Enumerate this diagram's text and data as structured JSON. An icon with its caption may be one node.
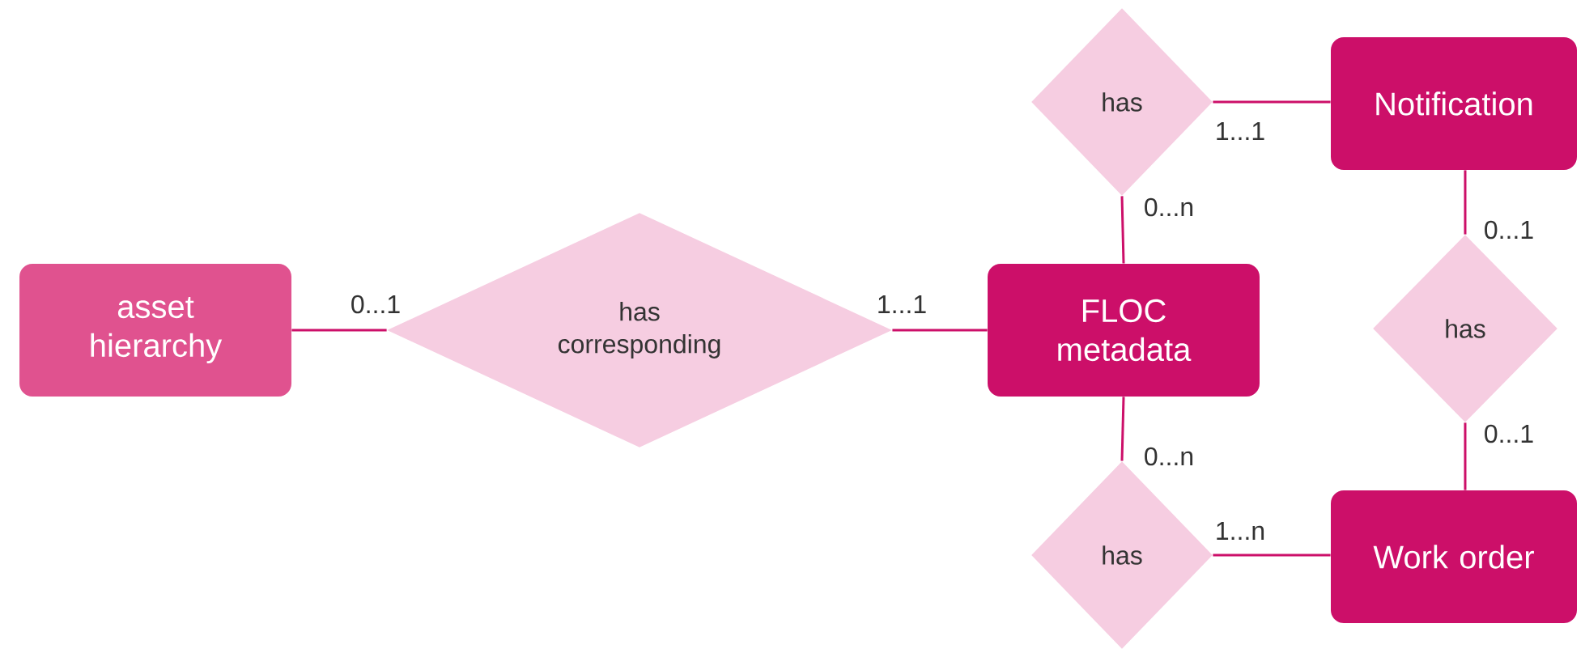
{
  "diagram": {
    "nodes": [
      {
        "text": [
          "asset hierarchy"
        ]
      },
      {
        "text": [
          "has corresponding"
        ]
      },
      {
        "text": [
          "FLOC metadata"
        ]
      },
      {
        "text": [
          "has"
        ]
      },
      {
        "text": [
          "Notification"
        ]
      },
      {
        "text": [
          "has"
        ]
      },
      {
        "text": [
          "Work order"
        ]
      },
      {
        "text": [
          "has"
        ]
      }
    ],
    "edges": [
      {
        "from": 0,
        "to": 1,
        "arrow": "none",
        "label": "0...1"
      },
      {
        "from": 1,
        "to": 2,
        "arrow": "none",
        "label": "1...1"
      },
      {
        "from": 3,
        "to": 2,
        "arrow": "none",
        "label": "0...n"
      },
      {
        "from": 3,
        "to": 4,
        "arrow": "none",
        "label": "1...1"
      },
      {
        "from": 4,
        "to": 5,
        "arrow": "none",
        "label": "0...1"
      },
      {
        "from": 5,
        "to": 6,
        "arrow": "none",
        "label": "0...1"
      },
      {
        "from": 7,
        "to": 2,
        "arrow": "none",
        "label": "0...n"
      },
      {
        "from": 7,
        "to": 6,
        "arrow": "none",
        "label": "1...n"
      }
    ]
  }
}
